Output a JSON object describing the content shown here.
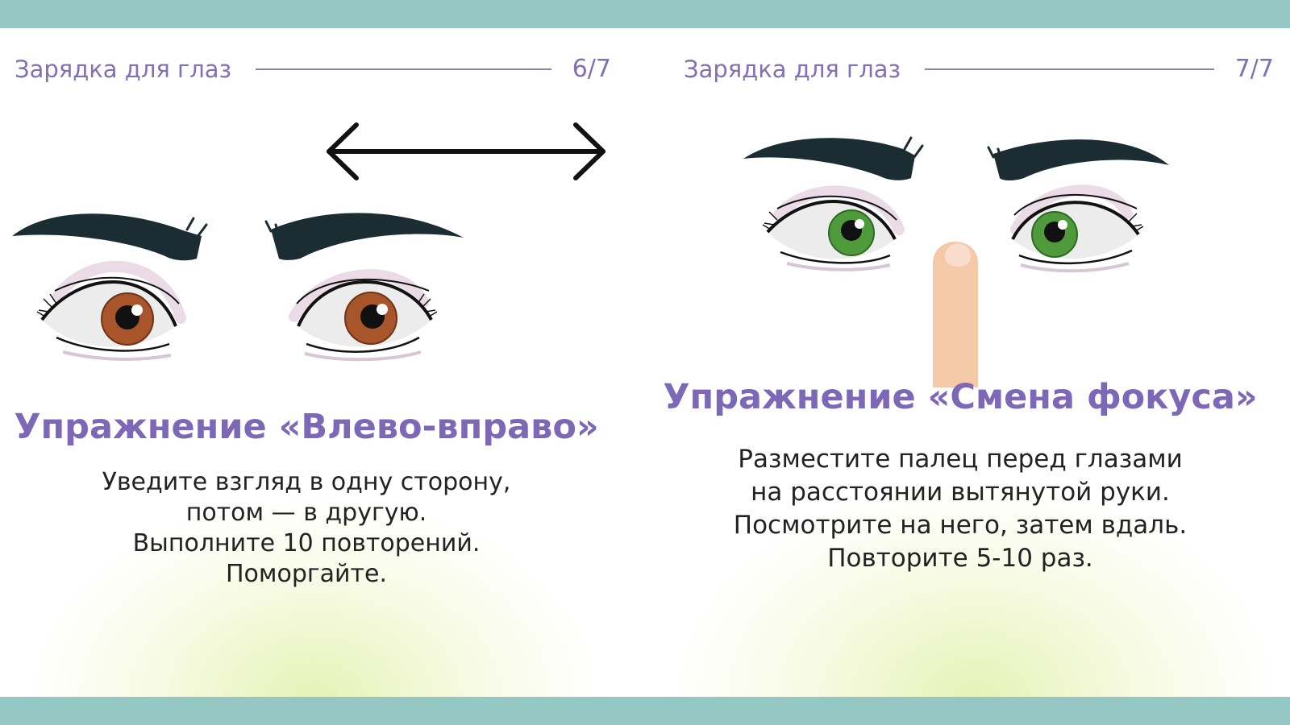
{
  "colors": {
    "band": "#95c8c5",
    "title_purple": "#7d68b8",
    "header_purple": "#7f72b4",
    "body_text": "#222222",
    "brown_iris": "#a9552b",
    "green_iris": "#4f9a3a",
    "brow": "#1b2c33",
    "finger": "#f4c9a8"
  },
  "slides": [
    {
      "header_title": "Зарядка для глаз",
      "page": "6/7",
      "icons": [
        "double-arrow-icon",
        "eyebrow-icon",
        "brown-eye-icon"
      ],
      "exercise_title": "Упражнение «Влево-вправо»",
      "lines": [
        "Уведите взгляд в одну сторону,",
        "потом — в другую.",
        "Выполните 10 повторений.",
        "Поморгайте."
      ]
    },
    {
      "header_title": "Зарядка для глаз",
      "page": "7/7",
      "icons": [
        "eyebrow-icon",
        "green-eye-icon",
        "finger-icon"
      ],
      "exercise_title": "Упражнение «Смена фокуса»",
      "lines": [
        "Разместите палец перед глазами",
        "на расстоянии вытянутой руки.",
        "Посмотрите на него, затем вдаль.",
        "Повторите 5-10 раз."
      ]
    }
  ]
}
